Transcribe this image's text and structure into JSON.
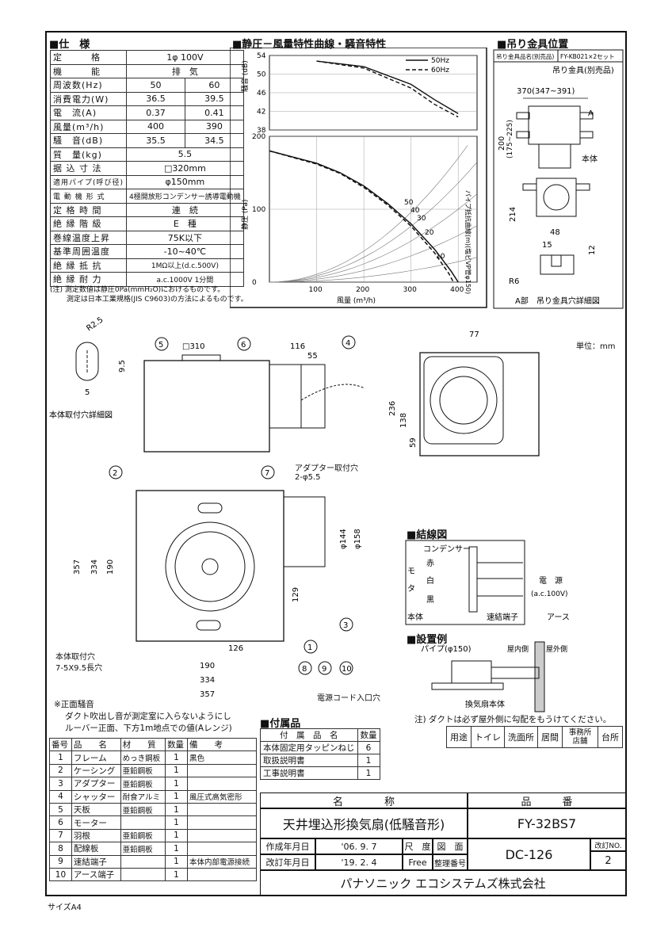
{
  "spec": {
    "title": "■仕　様",
    "rows": [
      {
        "k": "定　　　格",
        "v": "1φ 100V"
      },
      {
        "k": "機　　　能",
        "v": "排　気"
      },
      {
        "k": "周波数(Hz)",
        "v": "50",
        "v2": "60"
      },
      {
        "k": "消費電力(W)",
        "v": "36.5",
        "v2": "39.5"
      },
      {
        "k": "電　流(A)",
        "v": "0.37",
        "v2": "0.41"
      },
      {
        "k": "風量(m³/h)",
        "v": "400",
        "v2": "390"
      },
      {
        "k": "騒　音(dB)",
        "v": "35.5",
        "v2": "34.5"
      },
      {
        "k": "質　量(kg)",
        "v": "5.5"
      },
      {
        "k": "据 込 寸 法",
        "v": "□320mm"
      },
      {
        "k": "適用パイプ(呼び径)",
        "v": "φ150mm"
      },
      {
        "k": "電 動 機 形 式",
        "v": "4極開放形コンデンサー誘導電動機"
      },
      {
        "k": "定 格 時 間",
        "v": "連　続"
      },
      {
        "k": "絶 縁 階 級",
        "v": "E　種"
      },
      {
        "k": "巻線温度上昇",
        "v": "75K以下"
      },
      {
        "k": "基準周囲温度",
        "v": "-10~40℃"
      },
      {
        "k": "絶 縁 抵 抗",
        "v": "1MΩ以上(d.c.500V)"
      },
      {
        "k": "絶 縁 耐 力",
        "v": "a.c.1000V 1分間"
      }
    ],
    "note1": "(注) 測定数値は静圧0Pa(mmH₂O)におけるものです。",
    "note2": "　　 測定は日本工業規格(JIS C9603)の方法によるものです。"
  },
  "chart_title": "■静圧－風量特性曲線・騒音特性",
  "chart_data": [
    {
      "type": "line",
      "ylabel": "騒音 (dB)",
      "yticks": [
        "54",
        "50",
        "46",
        "42",
        "38"
      ],
      "ylim": [
        38,
        54
      ],
      "series": [
        {
          "name": "50Hz",
          "x": [
            100,
            200,
            300,
            350,
            400
          ],
          "y": [
            52.8,
            51.6,
            47.8,
            44.5,
            41.5
          ]
        },
        {
          "name": "60Hz",
          "x": [
            100,
            200,
            300,
            350,
            400
          ],
          "y": [
            52.8,
            51.3,
            47.0,
            43.5,
            40.8
          ]
        }
      ]
    },
    {
      "type": "line",
      "ylabel": "静圧 (Pa)",
      "xlabel": "風量 (m³/h)",
      "yticks": [
        "200",
        "100",
        "0"
      ],
      "xticks": [
        "100",
        "200",
        "300",
        "400"
      ],
      "ylim": [
        0,
        200
      ],
      "xlim": [
        0,
        440
      ],
      "series": [
        {
          "name": "50Hz",
          "x": [
            0,
            100,
            150,
            200,
            250,
            300,
            350,
            385,
            400
          ],
          "y": [
            180,
            163,
            150,
            132,
            108,
            80,
            45,
            15,
            0
          ]
        },
        {
          "name": "60Hz",
          "x": [
            0,
            100,
            150,
            200,
            250,
            300,
            350,
            380,
            390
          ],
          "y": [
            180,
            162,
            149,
            130,
            106,
            77,
            40,
            12,
            0
          ]
        }
      ],
      "resistance_curve_label": "パイプ抵抗曲線(m)(塩ビVP管φ150)",
      "resistance_labels": [
        "50",
        "40",
        "30",
        "20",
        "10"
      ]
    }
  ],
  "legend": {
    "s1": "50Hz",
    "s2": "60Hz"
  },
  "hanger": {
    "title": "■吊り金具位置",
    "row1": "吊り金具品名(別売品)",
    "row1v": "FY-KB021×2セット",
    "label_sold": "吊り金具(別売品)",
    "dims": [
      "370(347~391)",
      "200",
      "(175~225)",
      "214",
      "48",
      "15",
      "12",
      "R6"
    ],
    "label_a": "A",
    "label_body": "本体",
    "caption": "A部　吊り金具穴詳細図"
  },
  "unit": "単位：mm",
  "hole_detail": {
    "caption": "本体取付穴詳細図",
    "r": "R2.5",
    "h": "9.5",
    "w": "5"
  },
  "dims": {
    "top_w": "□310",
    "d116": "116",
    "d55": "55",
    "d77": "77",
    "d236": "236",
    "d138": "138",
    "d59": "59",
    "adapter": "アダプター取付穴",
    "adapter2": "2-φ5.5",
    "d357": "357",
    "d334": "334",
    "d190": "190",
    "d144": "φ144",
    "d158": "φ158",
    "d129": "129",
    "d126": "126",
    "bottom190": "190",
    "bottom334": "334",
    "bottom357": "357",
    "mount": "本体取付穴",
    "mount2": "7-5X9.5長穴",
    "cord": "電源コード入口穴"
  },
  "callouts": [
    "1",
    "2",
    "3",
    "4",
    "5",
    "6",
    "7",
    "8",
    "9",
    "10"
  ],
  "wiring": {
    "title": "■結線図",
    "capacitor": "コンデンサー",
    "red": "赤",
    "white": "白",
    "black": "黒",
    "mo": "モ",
    "ta": "タ",
    "power": "電　源",
    "power2": "(a.c.100V)",
    "body": "本体",
    "terminal": "速結端子",
    "earth": "アース"
  },
  "install": {
    "title": "■設置例",
    "pipe": "パイプ(φ150)",
    "inside": "屋内側",
    "outside": "屋外側",
    "body": "換気扇本体"
  },
  "noise_note": [
    "※正面騒音",
    "ダクト吹出し音が測定室に入らないようにし",
    "ルーバー正面、下方1m地点での値(Aレンジ)"
  ],
  "duct_note": "注) ダクトは必ず屋外側に勾配をもうけてください。",
  "use": {
    "label": "用途",
    "items": [
      "トイレ",
      "洗面所",
      "居間",
      "事務所店舗",
      "台所"
    ]
  },
  "accessories": {
    "title": "■付属品",
    "headers": [
      "付　属　品　名",
      "数量"
    ],
    "rows": [
      [
        "本体固定用タッピンねじ",
        "6"
      ],
      [
        "取扱説明書",
        "1"
      ],
      [
        "工事説明書",
        "1"
      ]
    ]
  },
  "parts": {
    "headers": [
      "番号",
      "品　　名",
      "材　　質",
      "数量",
      "備　　考"
    ],
    "rows": [
      [
        "1",
        "フレーム",
        "めっき鋼板",
        "1",
        "黒色"
      ],
      [
        "2",
        "ケーシング",
        "亜鉛鋼板",
        "1",
        ""
      ],
      [
        "3",
        "アダプター",
        "亜鉛鋼板",
        "1",
        ""
      ],
      [
        "4",
        "シャッター",
        "耐食アルミ",
        "1",
        "風圧式高気密形"
      ],
      [
        "5",
        "天板",
        "亜鉛鋼板",
        "1",
        ""
      ],
      [
        "6",
        "モーター",
        "",
        "1",
        ""
      ],
      [
        "7",
        "羽根",
        "亜鉛鋼板",
        "1",
        ""
      ],
      [
        "8",
        "配線板",
        "亜鉛鋼板",
        "1",
        ""
      ],
      [
        "9",
        "速結端子",
        "",
        "1",
        "本体内部電源接続"
      ],
      [
        "10",
        "アース端子",
        "",
        "1",
        ""
      ]
    ]
  },
  "title_block": {
    "name_h": "名　　　　称",
    "no_h": "品　　　番",
    "name": "天井埋込形換気扇(低騒音形)",
    "model": "FY-32BS7",
    "created_l": "作成年月日",
    "created": "'06. 9. 7",
    "revised_l": "改訂年月日",
    "revised": "'19. 2. 4",
    "scale_l": "尺　度",
    "scale": "Free",
    "drawing_l": "図　面",
    "ref_l": "整理番号",
    "ref": "DC-126",
    "rev_l": "改訂NO.",
    "rev": "2",
    "company": "パナソニック エコシステムズ株式会社"
  },
  "size": "サイズA4"
}
